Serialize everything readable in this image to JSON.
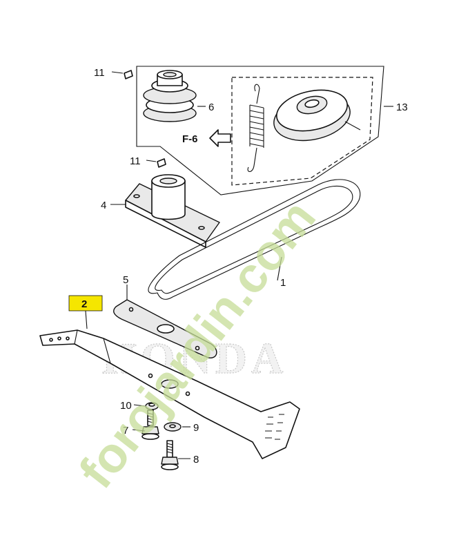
{
  "brand_text": "HONDA",
  "watermark": {
    "text": "forojardin.com",
    "color": "#b5d67a"
  },
  "highlight_color": "#f5e600",
  "callouts": [
    {
      "id": "11-top",
      "label": "11"
    },
    {
      "id": "6",
      "label": "6"
    },
    {
      "id": "13",
      "label": "13"
    },
    {
      "id": "f6",
      "label": "F-6"
    },
    {
      "id": "11-mid",
      "label": "11"
    },
    {
      "id": "4",
      "label": "4"
    },
    {
      "id": "1",
      "label": "1"
    },
    {
      "id": "5",
      "label": "5"
    },
    {
      "id": "2",
      "label": "2"
    },
    {
      "id": "10",
      "label": "10"
    },
    {
      "id": "7",
      "label": "7"
    },
    {
      "id": "9",
      "label": "9"
    },
    {
      "id": "8",
      "label": "8"
    }
  ]
}
